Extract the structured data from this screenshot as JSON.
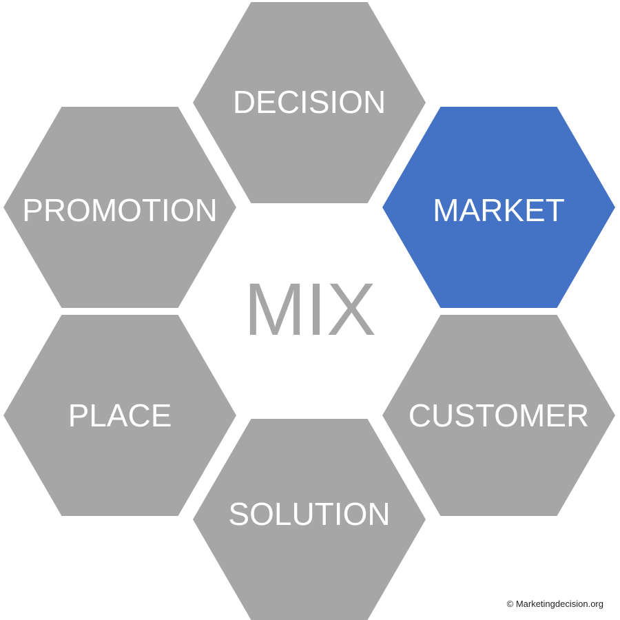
{
  "diagram": {
    "center_label": "MIX",
    "hexagons": [
      {
        "label": "DECISION",
        "color": "#a6a6a6",
        "highlighted": false
      },
      {
        "label": "MARKET",
        "color": "#4472c4",
        "highlighted": true
      },
      {
        "label": "CUSTOMER",
        "color": "#a6a6a6",
        "highlighted": false
      },
      {
        "label": "SOLUTION",
        "color": "#a6a6a6",
        "highlighted": false
      },
      {
        "label": "PLACE",
        "color": "#a6a6a6",
        "highlighted": false
      },
      {
        "label": "PROMOTION",
        "color": "#a6a6a6",
        "highlighted": false
      }
    ],
    "label_color": "#ffffff",
    "center_label_color": "#a6a6a6"
  },
  "footer": {
    "copyright": "© Marketingdecision.org"
  }
}
